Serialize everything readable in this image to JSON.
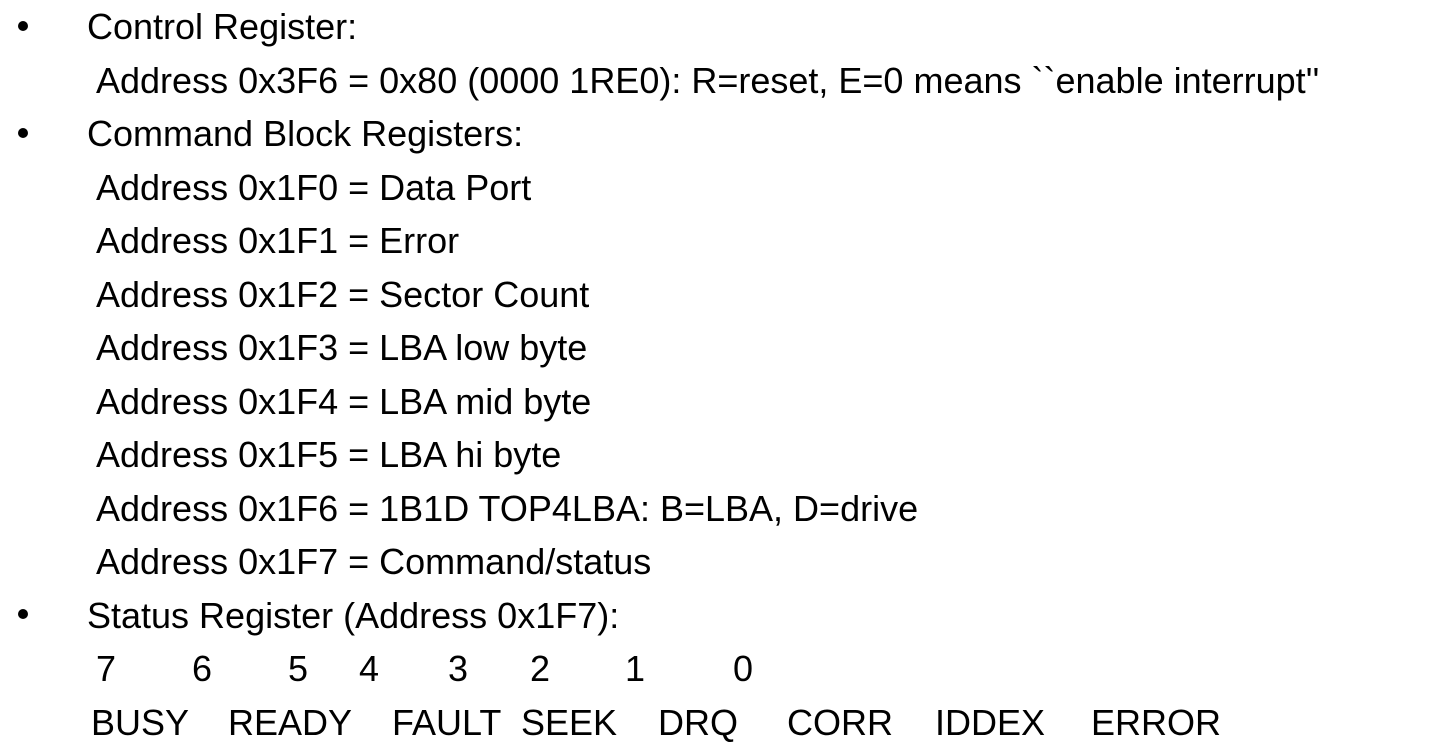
{
  "page": {
    "background_color": "#ffffff",
    "text_color": "#000000"
  },
  "slide": {
    "bullets": [
      {
        "label": "Control Register:"
      },
      {
        "label": "Command Block Registers:"
      },
      {
        "label": "Status Register (Address 0x1F7):"
      }
    ],
    "control_register_detail": "Address 0x3F6 = 0x80 (0000 1RE0): R=reset, E=0 means ``enable interrupt''",
    "command_block_registers": [
      "Address 0x1F0 = Data Port",
      "Address 0x1F1 = Error",
      "Address 0x1F2 = Sector Count",
      "Address 0x1F3 = LBA low byte",
      "Address 0x1F4 = LBA mid byte",
      "Address 0x1F5 = LBA hi byte",
      "Address 0x1F6 = 1B1D TOP4LBA: B=LBA, D=drive",
      "Address 0x1F7 = Command/status"
    ],
    "status_register": {
      "bit_numbers": [
        "7",
        "6",
        "5",
        "4",
        "3",
        "2",
        "1",
        "0"
      ],
      "bit_labels": [
        "BUSY",
        "READY",
        "FAULT",
        "SEEK",
        "DRQ",
        "CORR",
        "IDDEX",
        "ERROR"
      ]
    }
  }
}
